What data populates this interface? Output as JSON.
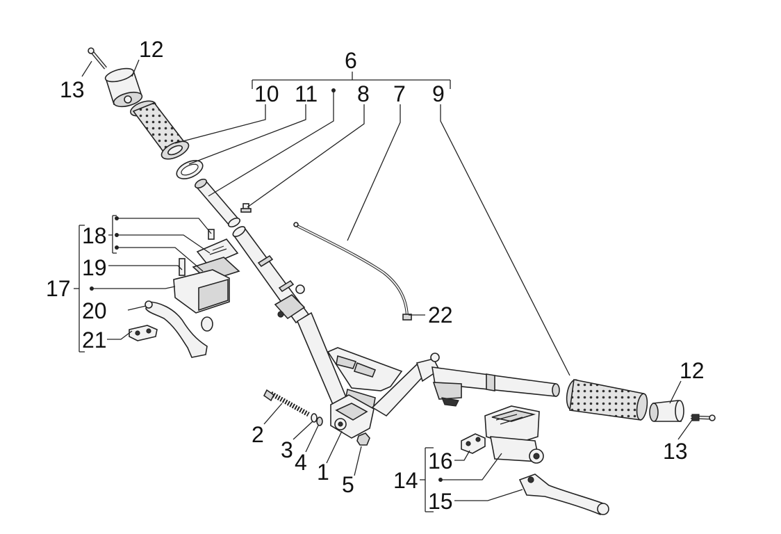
{
  "callouts": {
    "c1": "1",
    "c2": "2",
    "c3": "3",
    "c4": "4",
    "c5": "5",
    "c6": "6",
    "c7": "7",
    "c8": "8",
    "c9": "9",
    "c10": "10",
    "c11": "11",
    "c12a": "12",
    "c12b": "12",
    "c13a": "13",
    "c13b": "13",
    "c14": "14",
    "c15": "15",
    "c16": "16",
    "c17": "17",
    "c18": "18",
    "c19": "19",
    "c20": "20",
    "c21": "21",
    "c22": "22"
  }
}
